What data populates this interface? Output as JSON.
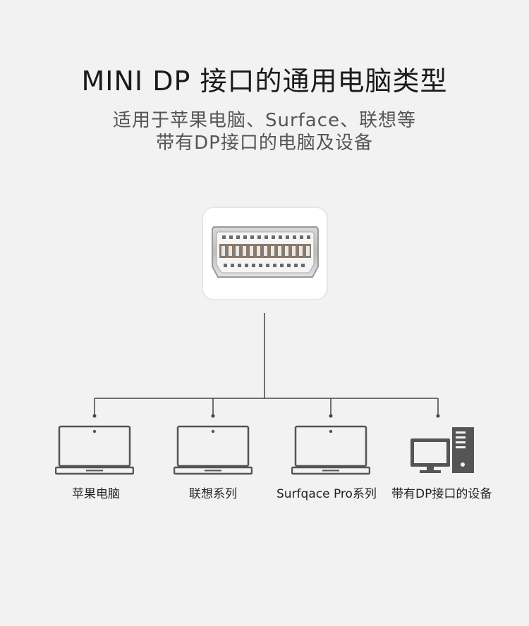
{
  "title": "MINI DP 接口的通用电脑类型",
  "subtitle_line1": "适用于苹果电脑、Surface、联想等",
  "subtitle_line2": "带有DP接口的电脑及设备",
  "devices": [
    {
      "label": "苹果电脑",
      "icon": "laptop-icon"
    },
    {
      "label": "联想系列",
      "icon": "laptop-icon"
    },
    {
      "label": "Surfqace Pro系列",
      "icon": "laptop-icon"
    },
    {
      "label": "带有DP接口的设备",
      "icon": "desktop-computer-icon"
    }
  ],
  "colors": {
    "background": "#f2f2f2",
    "line": "#444444",
    "icon": "#555555",
    "title": "#1a1a1a",
    "subtitle": "#555555"
  }
}
